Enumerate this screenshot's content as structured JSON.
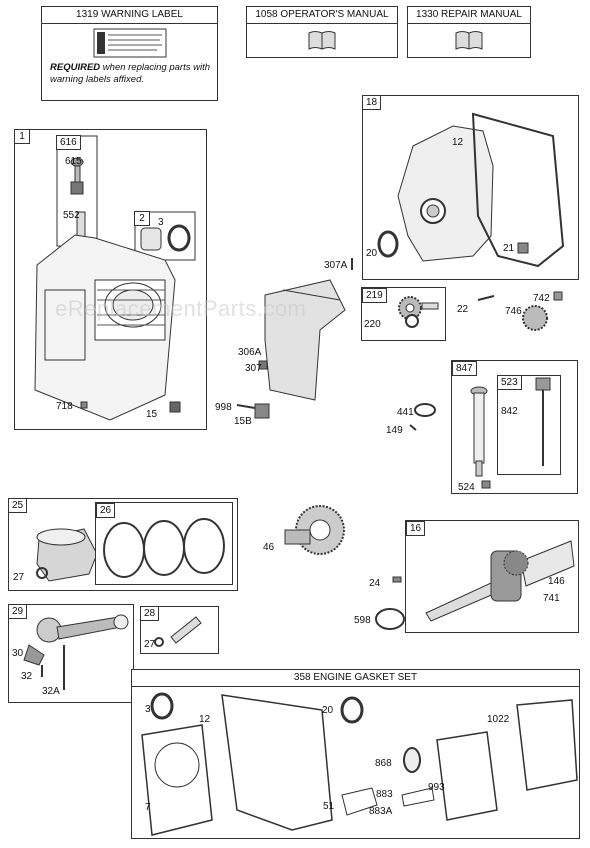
{
  "warning_label": {
    "header": "1319 WARNING LABEL",
    "note_bold": "REQUIRED",
    "note_rest": " when replacing parts with warning labels affixed."
  },
  "operators_manual": {
    "header": "1058 OPERATOR'S MANUAL"
  },
  "repair_manual": {
    "header": "1330 REPAIR MANUAL"
  },
  "gasket_set": {
    "header": "358 ENGINE GASKET SET"
  },
  "watermark": "eReplacementParts.com",
  "tags": {
    "t1": "1",
    "t616": "616",
    "t2": "2",
    "t18": "18",
    "t219": "219",
    "t847": "847",
    "t523": "523",
    "t25": "25",
    "t26": "26",
    "t16": "16",
    "t29": "29",
    "t28": "28"
  },
  "labels": {
    "l615": "615",
    "l552": "552",
    "l3a": "3",
    "l718": "718",
    "l15": "15",
    "l307a": "307A",
    "l306a": "306A",
    "l307": "307",
    "l998": "998",
    "l15b": "15B",
    "l12a": "12",
    "l20a": "20",
    "l21": "21",
    "l220": "220",
    "l22": "22",
    "l742": "742",
    "l746": "746",
    "l441": "441",
    "l149": "149",
    "l842": "842",
    "l524": "524",
    "l27a": "27",
    "l46": "46",
    "l24": "24",
    "l146": "146",
    "l741": "741",
    "l598": "598",
    "l30": "30",
    "l32": "32",
    "l32a": "32A",
    "l27b": "27",
    "l3b": "3",
    "l12b": "12",
    "l20b": "20",
    "l1022": "1022",
    "l7": "7",
    "l868": "868",
    "l883": "883",
    "l993": "993",
    "l51": "51",
    "l883a": "883A"
  }
}
